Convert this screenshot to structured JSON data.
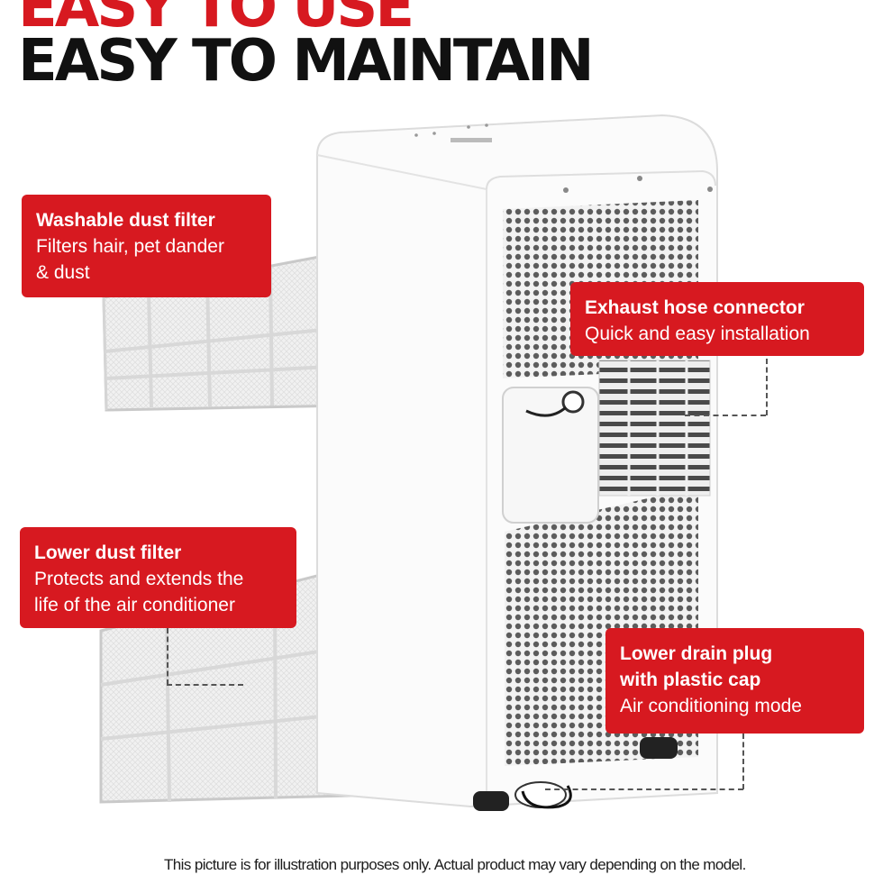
{
  "headline": {
    "line1": "EASY TO USE",
    "line2": "EASY TO MAINTAIN"
  },
  "callouts": {
    "washable_filter": {
      "title": "Washable dust filter",
      "description": "Filters hair, pet dander\n& dust"
    },
    "exhaust_connector": {
      "title": "Exhaust hose connector",
      "description": "Quick and easy installation"
    },
    "lower_filter": {
      "title": "Lower dust filter",
      "description": "Protects and extends the\nlife of the air conditioner"
    },
    "drain_plug": {
      "title": "Lower drain plug\nwith plastic cap",
      "description": "Air conditioning mode"
    }
  },
  "disclaimer": "This picture is for illustration purposes only. Actual product may vary depending on the model.",
  "colors": {
    "accent_red": "#d71920",
    "headline_dark": "#111111",
    "unit_white": "#fbfbfb"
  }
}
